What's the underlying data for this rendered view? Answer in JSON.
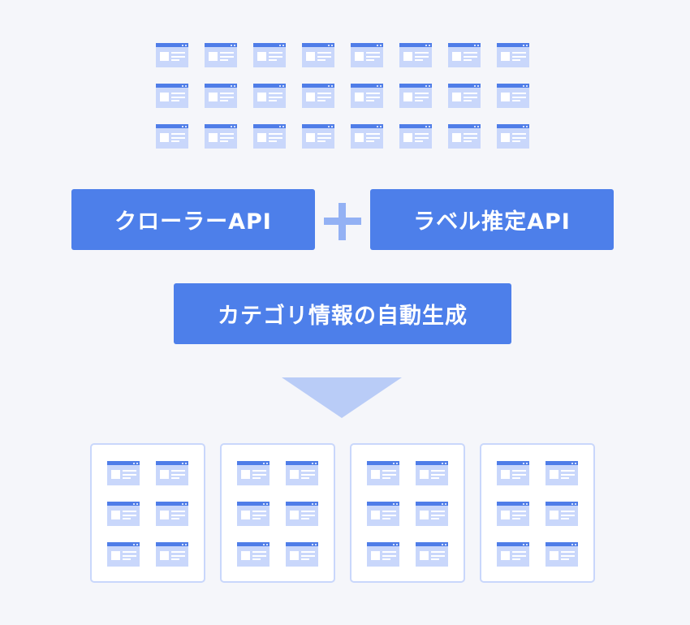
{
  "diagram": {
    "crawler_label": "クローラーAPI",
    "labeling_label": "ラベル推定API",
    "result_label": "カテゴリ情報の自動生成",
    "icon": "webpage-icon",
    "top_grid": {
      "rows": 3,
      "cols": 8
    },
    "categories": [
      {
        "rows": 3,
        "cols": 2
      },
      {
        "rows": 3,
        "cols": 2
      },
      {
        "rows": 3,
        "cols": 2
      },
      {
        "rows": 3,
        "cols": 2
      }
    ],
    "colors": {
      "background": "#f5f6fa",
      "accent": "#4d7fea",
      "icon_bar": "#4f7de8",
      "icon_body": "#c9d7fb",
      "plus": "#93b1f4",
      "arrow": "#b9ccf7"
    }
  }
}
